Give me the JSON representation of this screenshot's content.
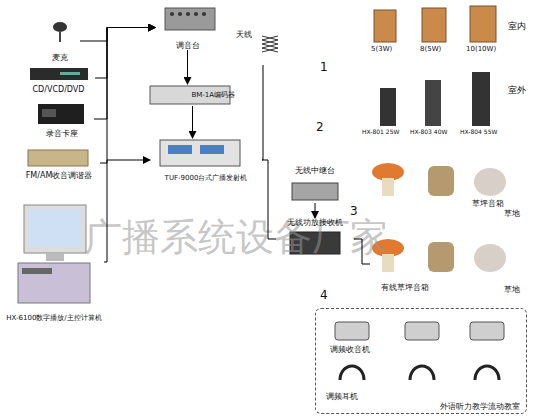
{
  "diagram": {
    "nodes": [
      {
        "text": [
          "麦克"
        ]
      },
      {
        "text": [
          "CD/VCD/DVD"
        ]
      },
      {
        "text": [
          "录音卡座"
        ]
      },
      {
        "text": [
          "FM/AM收音调谐器"
        ]
      },
      {
        "text": [
          "HX-6100数字播放/主控计算机"
        ]
      },
      {
        "text": [
          "调音台"
        ]
      },
      {
        "text": [
          "BM-1A编码器"
        ]
      },
      {
        "text": [
          "TUF-9000台式广播发射机"
        ]
      },
      {
        "text": [
          "天线"
        ]
      },
      {
        "text": [
          "无线中继台"
        ]
      },
      {
        "text": [
          "无线功放接收机"
        ]
      },
      {
        "text": [
          "有线草坪音箱"
        ]
      },
      {
        "text": [
          "外语听力教学流动教室"
        ]
      }
    ],
    "edges": [
      {
        "from": 0,
        "to": 5,
        "arrow": "to"
      },
      {
        "from": 1,
        "to": 5,
        "arrow": "to"
      },
      {
        "from": 2,
        "to": 5,
        "arrow": "to"
      },
      {
        "from": 3,
        "to": 5,
        "arrow": "to"
      },
      {
        "from": 4,
        "to": 7,
        "arrow": "to"
      },
      {
        "from": 5,
        "to": 6,
        "arrow": "to"
      },
      {
        "from": 6,
        "to": 7,
        "arrow": "to"
      },
      {
        "from": 7,
        "to": 8,
        "arrow": "none"
      },
      {
        "from": 7,
        "to": 10,
        "arrow": "none"
      },
      {
        "from": 9,
        "to": 10,
        "arrow": "to"
      },
      {
        "from": 10,
        "to": 11,
        "arrow": "none"
      }
    ],
    "labels": [
      "室内",
      "5(3W)",
      "8(5W)",
      "10(10W)",
      "1",
      "室外",
      "HX-801 25W",
      "HX-803 40W",
      "HX-804 55W",
      "2",
      "草坪音箱",
      "草地",
      "3",
      "草地",
      "4",
      "调频收音机",
      "调频耳机",
      "广播系统设备厂家"
    ]
  }
}
